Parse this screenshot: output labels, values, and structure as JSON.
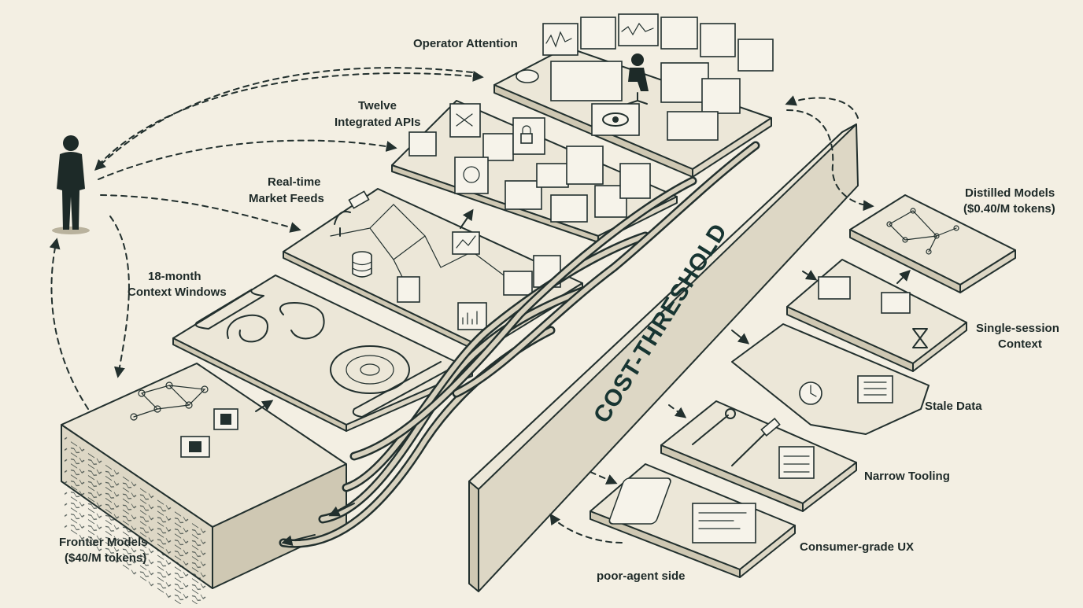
{
  "labels": {
    "operator_attention": "Operator Attention",
    "twelve_apis_line1": "Twelve",
    "twelve_apis_line2": "Integrated APIs",
    "market_feeds_line1": "Real-time",
    "market_feeds_line2": "Market Feeds",
    "context_windows_line1": "18-month",
    "context_windows_line2": "Context Windows",
    "frontier_line1": "Frontier Models",
    "frontier_line2": "($40/M tokens)",
    "distilled_line1": "Distilled Models",
    "distilled_line2": "($0.40/M tokens)",
    "single_session_line1": "Single-session",
    "single_session_line2": "Context",
    "stale_data": "Stale Data",
    "narrow_tooling": "Narrow Tooling",
    "consumer_ux": "Consumer-grade UX",
    "poor_agent_side": "poor-agent side",
    "cost_threshold": "COST-THRESHOLD"
  },
  "icons": {
    "person": "person-silhouette-icon",
    "operator": "operator-console-icon",
    "eye": "eye-icon",
    "satellite": "satellite-icon",
    "database": "database-icon",
    "chip": "chip-icon",
    "scroll": "scroll-icon",
    "clock": "clock-icon",
    "calculator": "calculator-icon",
    "wrench": "wrench-icon",
    "hammer": "hammer-icon",
    "phone": "phone-icon",
    "hourglass": "hourglass-icon"
  }
}
